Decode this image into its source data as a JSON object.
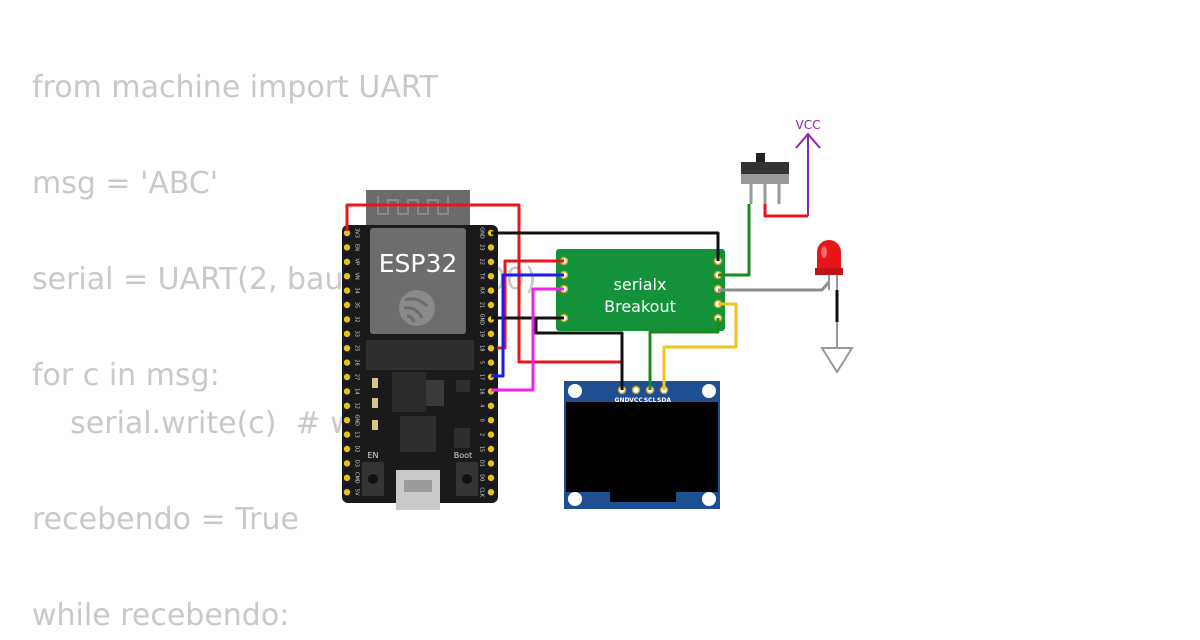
{
  "code_lines": [
    "from machine import UART",
    "msg = 'ABC'",
    "serial = UART(2, baudrate=9600)",
    "for c in msg:",
    "    serial.write(c)  # writes",
    "recebendo = True",
    "while recebendo:"
  ],
  "esp32": {
    "label": "ESP32",
    "left_pins": [
      "3V3",
      "EN",
      "VP",
      "VN",
      "34",
      "35",
      "32",
      "33",
      "25",
      "26",
      "27",
      "14",
      "12",
      "GND",
      "13",
      "D2",
      "D3",
      "CMD",
      "5V"
    ],
    "right_pins": [
      "GND",
      "23",
      "22",
      "TX",
      "RX",
      "21",
      "GND",
      "19",
      "18",
      "5",
      "17",
      "16",
      "4",
      "0",
      "2",
      "15",
      "D1",
      "D0",
      "CLK"
    ],
    "en_label": "EN",
    "boot_label": "Boot"
  },
  "breakout": {
    "line1": "serialx",
    "line2": "Breakout"
  },
  "oled": {
    "pins": [
      "GND",
      "VCC",
      "SCL",
      "SDA"
    ]
  },
  "vcc_label": "VCC",
  "colors": {
    "red": "#e8151b",
    "black": "#111111",
    "blue": "#1b1bf2",
    "magenta": "#ee22ee",
    "green": "#188b1a",
    "yellow": "#ecc61a",
    "gray": "#8d8d8d",
    "purple": "#8e24aa",
    "board_green": "#14923a",
    "oled_blue": "#1f4f93"
  }
}
